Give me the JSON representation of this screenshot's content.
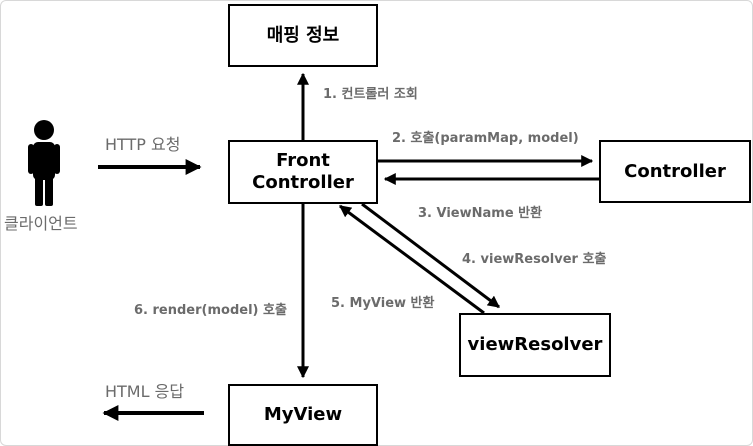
{
  "boxes": {
    "mapping": "매핑 정보",
    "front_line1": "Front",
    "front_line2": "Controller",
    "controller": "Controller",
    "view_resolver": "viewResolver",
    "my_view": "MyView"
  },
  "actor": {
    "label": "클라이언트"
  },
  "labels": {
    "http_request": "HTTP 요청",
    "step1": "1. 컨트롤러 조회",
    "step2": "2. 호출(paramMap, model)",
    "step3": "3. ViewName 반환",
    "step4": "4. viewResolver 호출",
    "step5": "5. MyView 반환",
    "step6": "6. render(model) 호출",
    "html_response": "HTML 응답"
  }
}
